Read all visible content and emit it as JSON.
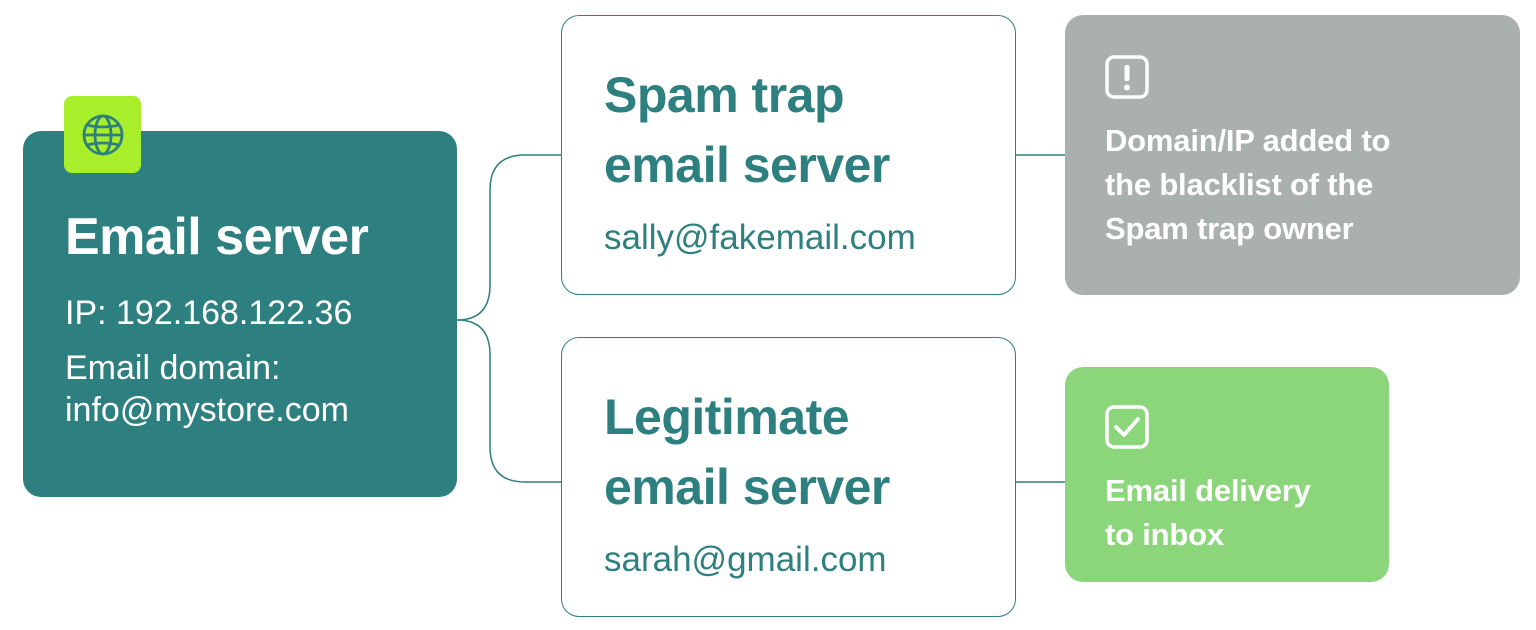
{
  "source": {
    "title": "Email server",
    "ip": "IP: 192.168.122.36",
    "domain_label": "Email domain:",
    "domain_value": "info@mystore.com",
    "badge_icon": "globe-icon"
  },
  "servers": [
    {
      "title_line1": "Spam trap",
      "title_line2": "email server",
      "email": "sally@fakemail.com"
    },
    {
      "title_line1": "Legitimate",
      "title_line2": "email server",
      "email": "sarah@gmail.com"
    }
  ],
  "outcomes": [
    {
      "icon": "alert-icon",
      "line1": "Domain/IP added to",
      "line2": "the blacklist of the",
      "line3": "Spam trap owner"
    },
    {
      "icon": "check-icon",
      "line1": "Email delivery",
      "line2": "to inbox"
    }
  ],
  "colors": {
    "teal": "#2e7f7f",
    "lime": "#a8ee2a",
    "gray": "#aab0ae",
    "green": "#8bd67b"
  }
}
